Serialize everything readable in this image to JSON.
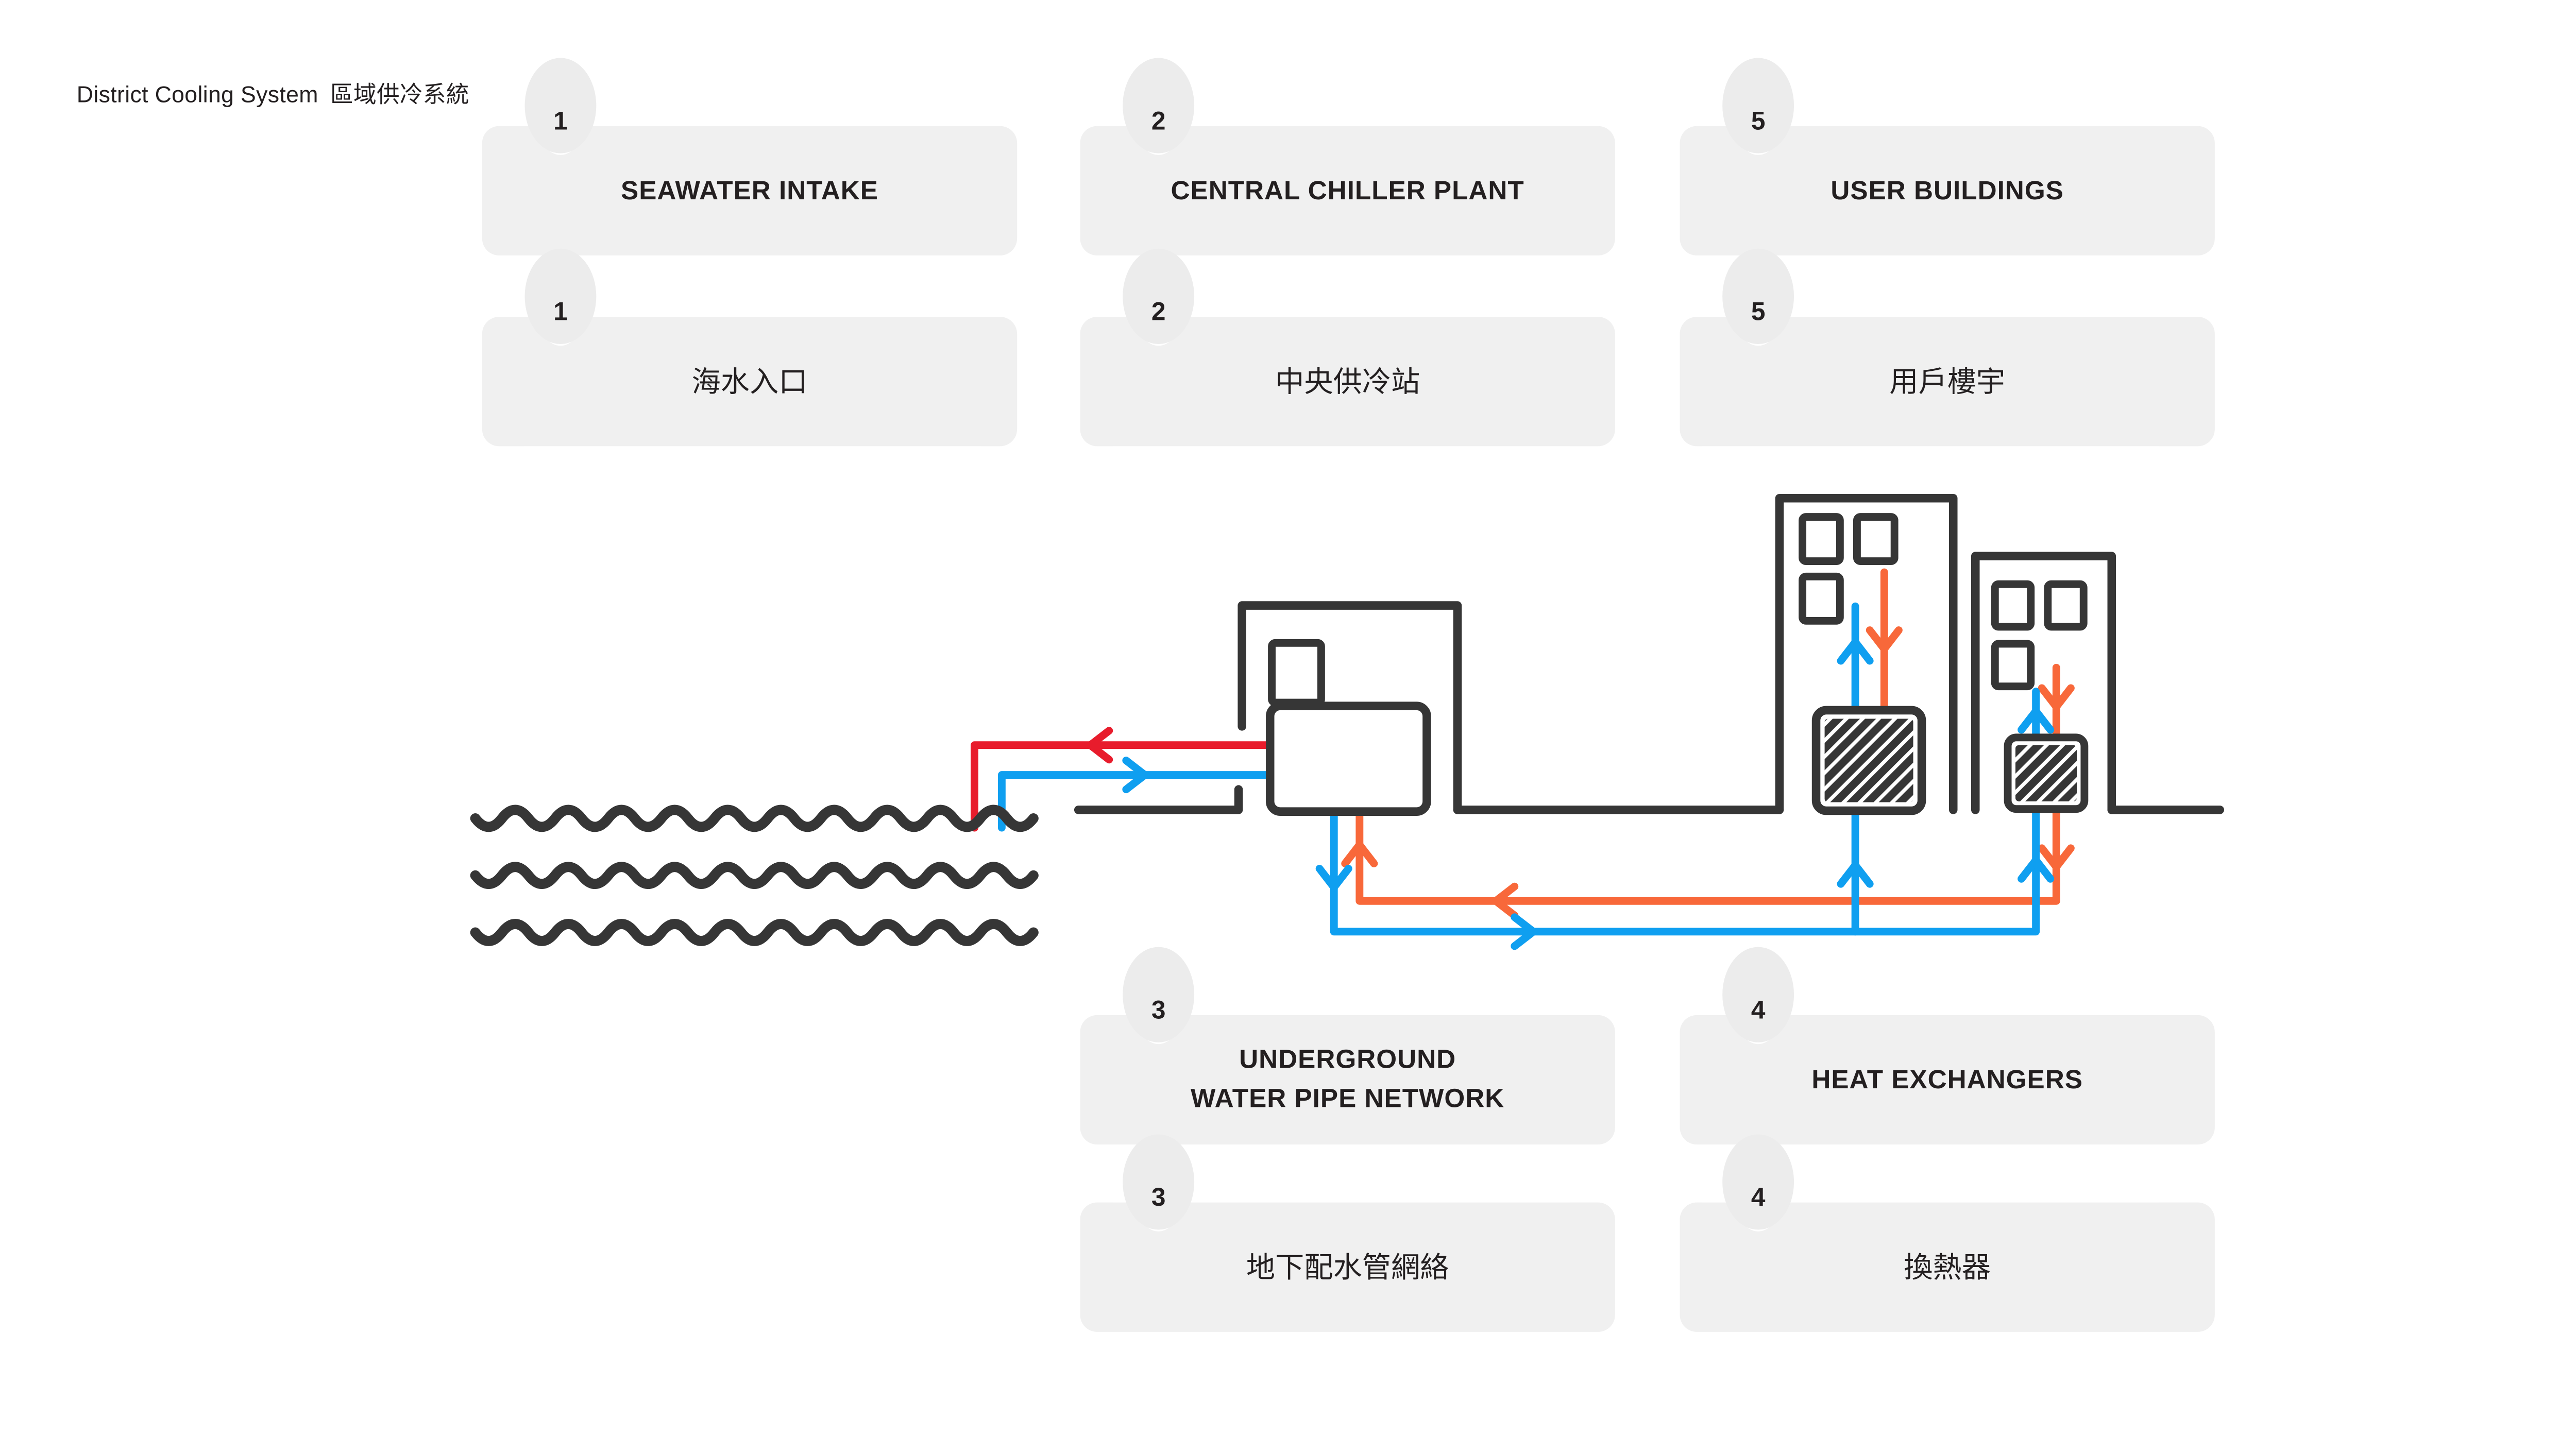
{
  "title": {
    "en": "District Cooling System",
    "zh": "區域供冷系統"
  },
  "colors": {
    "text": "#231f20",
    "dark": "#363636",
    "red": "#e81c2c",
    "blue": "#0f9ff0",
    "orange": "#f8683a",
    "card_bg": "#f0f0f0",
    "badge_halo": "#ececec",
    "page_bg": "#ffffff"
  },
  "legend": {
    "row1_en": [
      {
        "number": "1",
        "lines": [
          "SEAWATER INTAKE",
          ""
        ]
      },
      {
        "number": "2",
        "lines": [
          "CENTRAL CHILLER PLANT",
          ""
        ]
      },
      {
        "number": "5",
        "lines": [
          "USER BUILDINGS",
          ""
        ]
      }
    ],
    "row2_zh": [
      {
        "number": "1",
        "lines": [
          "海水入口",
          ""
        ]
      },
      {
        "number": "2",
        "lines": [
          "中央供冷站",
          ""
        ]
      },
      {
        "number": "5",
        "lines": [
          "用戶樓宇",
          ""
        ]
      }
    ],
    "row3_en": [
      {
        "number": "3",
        "lines": [
          "UNDERGROUND",
          "WATER PIPE NETWORK"
        ]
      },
      {
        "number": "4",
        "lines": [
          "HEAT EXCHANGERS",
          ""
        ]
      }
    ],
    "row4_zh": [
      {
        "number": "3",
        "lines": [
          "地下配水管網絡",
          ""
        ]
      },
      {
        "number": "4",
        "lines": [
          "換熱器",
          ""
        ]
      }
    ]
  }
}
